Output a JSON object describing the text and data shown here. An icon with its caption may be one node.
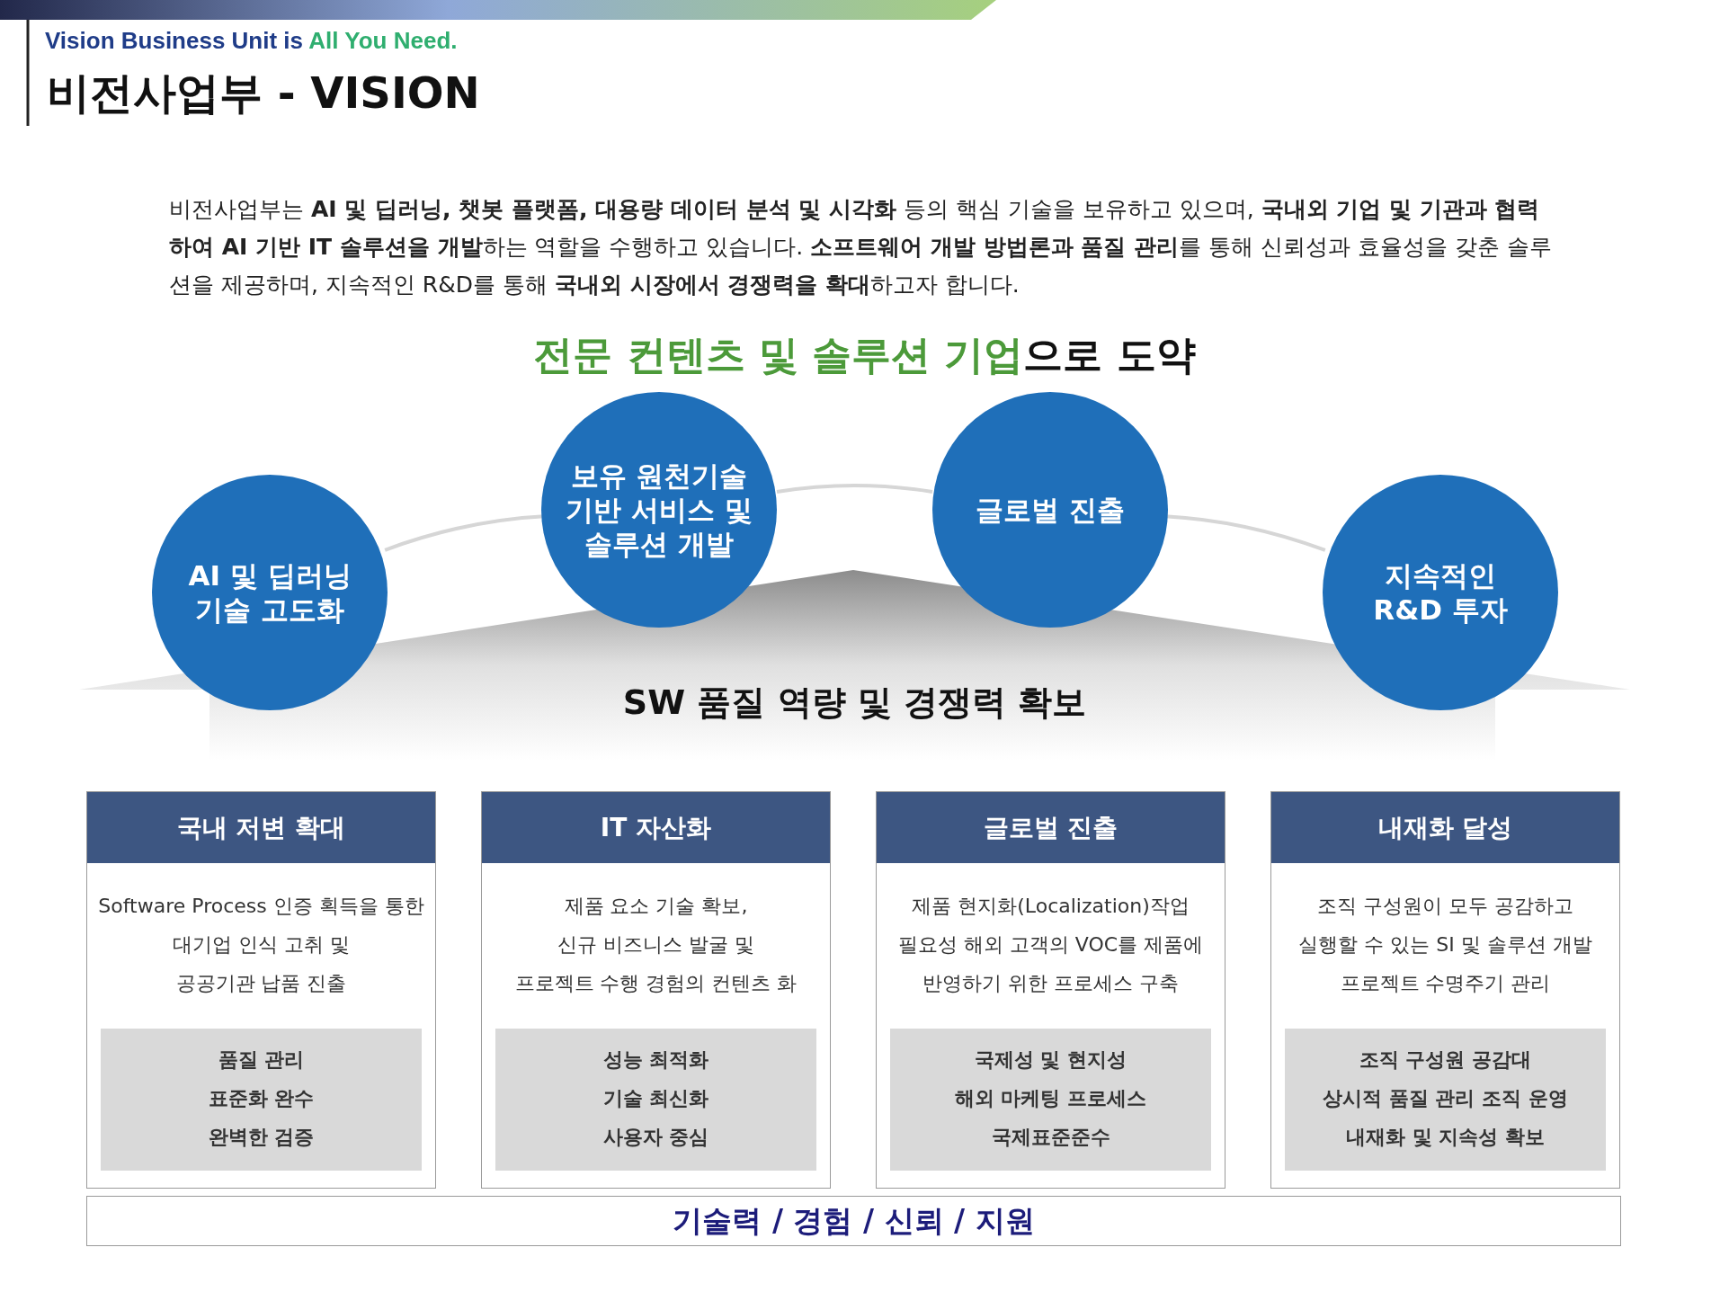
{
  "diagram": {
    "title": "비전사업부 - VISION",
    "nodes": [
      {
        "text": [
          "AI 및 딥러닝 기술 고도화"
        ]
      },
      {
        "text": [
          "보유 원천기술 기반 서비스 및 솔루션 개발"
        ]
      },
      {
        "text": [
          "글로벌 진출"
        ]
      },
      {
        "text": [
          "지속적인 R&D 투자"
        ]
      },
      {
        "text": [
          "SW 품질 역량 및 경쟁력 확보"
        ]
      },
      {
        "text": [
          "국내 저변 확대",
          "Software Process 인증 획득을 통한",
          "대기업 인식 고취 및",
          "공공기관 납품 진출"
        ]
      },
      {
        "text": [
          "품질 관리",
          "표준화 완수",
          "완벽한 검증"
        ],
        "in": 5
      },
      {
        "text": [
          "IT 자산화",
          "제품 요소 기술 확보,",
          "신규 비즈니스 발굴 및",
          "프로젝트 수행 경험의 컨텐츠 화"
        ]
      },
      {
        "text": [
          "성능 최적화",
          "기술 최신화",
          "사용자 중심"
        ],
        "in": 7
      },
      {
        "text": [
          "글로벌 진출",
          "제품 현지화(Localization)작업",
          "필요성 해외 고객의 VOC를 제품에",
          "반영하기 위한 프로세스 구축"
        ]
      },
      {
        "text": [
          "국제성 및 현지성",
          "해외 마케팅 프로세스",
          "국제표준준수"
        ],
        "in": 9
      },
      {
        "text": [
          "내재화 달성",
          "조직 구성원이 모두 공감하고",
          "실행할 수 있는 SI 및 솔루션 개발",
          "프로젝트 수명주기 관리"
        ]
      },
      {
        "text": [
          "조직 구성원 공감대",
          "상시적 품질 관리 조직 운영",
          "내재화 및 지속성 확보"
        ],
        "in": 11
      },
      {
        "text": [
          "기술력 / 경험 / 신뢰 / 지원"
        ]
      }
    ],
    "edges": [
      {
        "from": 0,
        "to": 1,
        "arrow": "none"
      },
      {
        "from": 1,
        "to": 2,
        "arrow": "none"
      },
      {
        "from": 2,
        "to": 3,
        "arrow": "none"
      }
    ],
    "labels": [
      "Vision Business Unit is",
      "All You Need.",
      "비전사업부는 **AI 및 딥러닝, 챗봇 플랫폼, 대용량 데이터 분석 및 시각화** 등의 핵심 기술을 보유하고 있으며, **국내외 기업 및 기관과 협력하여 AI 기반 IT 솔루션을 개발**하는 역할을 수행하고 있습니다. **소프트웨어 개발 방법론과 품질 관리**를 통해 신뢰성과 효율성을 갖춘 솔루션을 제공하며, 지속적인 R&D를 통해 **국내외 시장에서 경쟁력을 확대**하고자 합니다.",
      "전문 컨텐츠 및 솔루션 기업",
      "으로 도약"
    ]
  }
}
